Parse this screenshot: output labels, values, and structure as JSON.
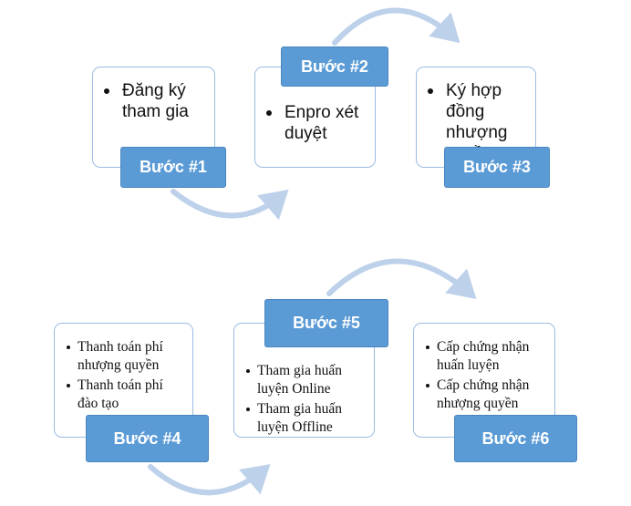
{
  "colors": {
    "card_border": "#9dbbe2",
    "label_fill": "#5b9bd5",
    "arrow": "#bdd1ea"
  },
  "steps": [
    {
      "label": "Bước #1",
      "bullets": [
        "Đăng ký tham gia"
      ]
    },
    {
      "label": "Bước #2",
      "bullets": [
        "Enpro xét duyệt"
      ]
    },
    {
      "label": "Bước #3",
      "bullets": [
        "Ký hợp đồng nhượng quyền"
      ]
    },
    {
      "label": "Bước #4",
      "bullets": [
        "Thanh toán phí nhượng quyền",
        "Thanh toán phí đào tạo"
      ]
    },
    {
      "label": "Bước #5",
      "bullets": [
        "Tham gia huấn luyện Online",
        "Tham gia huấn luyện Offline"
      ]
    },
    {
      "label": "Bước #6",
      "bullets": [
        "Cấp chứng nhận huấn luyện",
        "Cấp chứng nhận nhượng quyền"
      ]
    }
  ]
}
